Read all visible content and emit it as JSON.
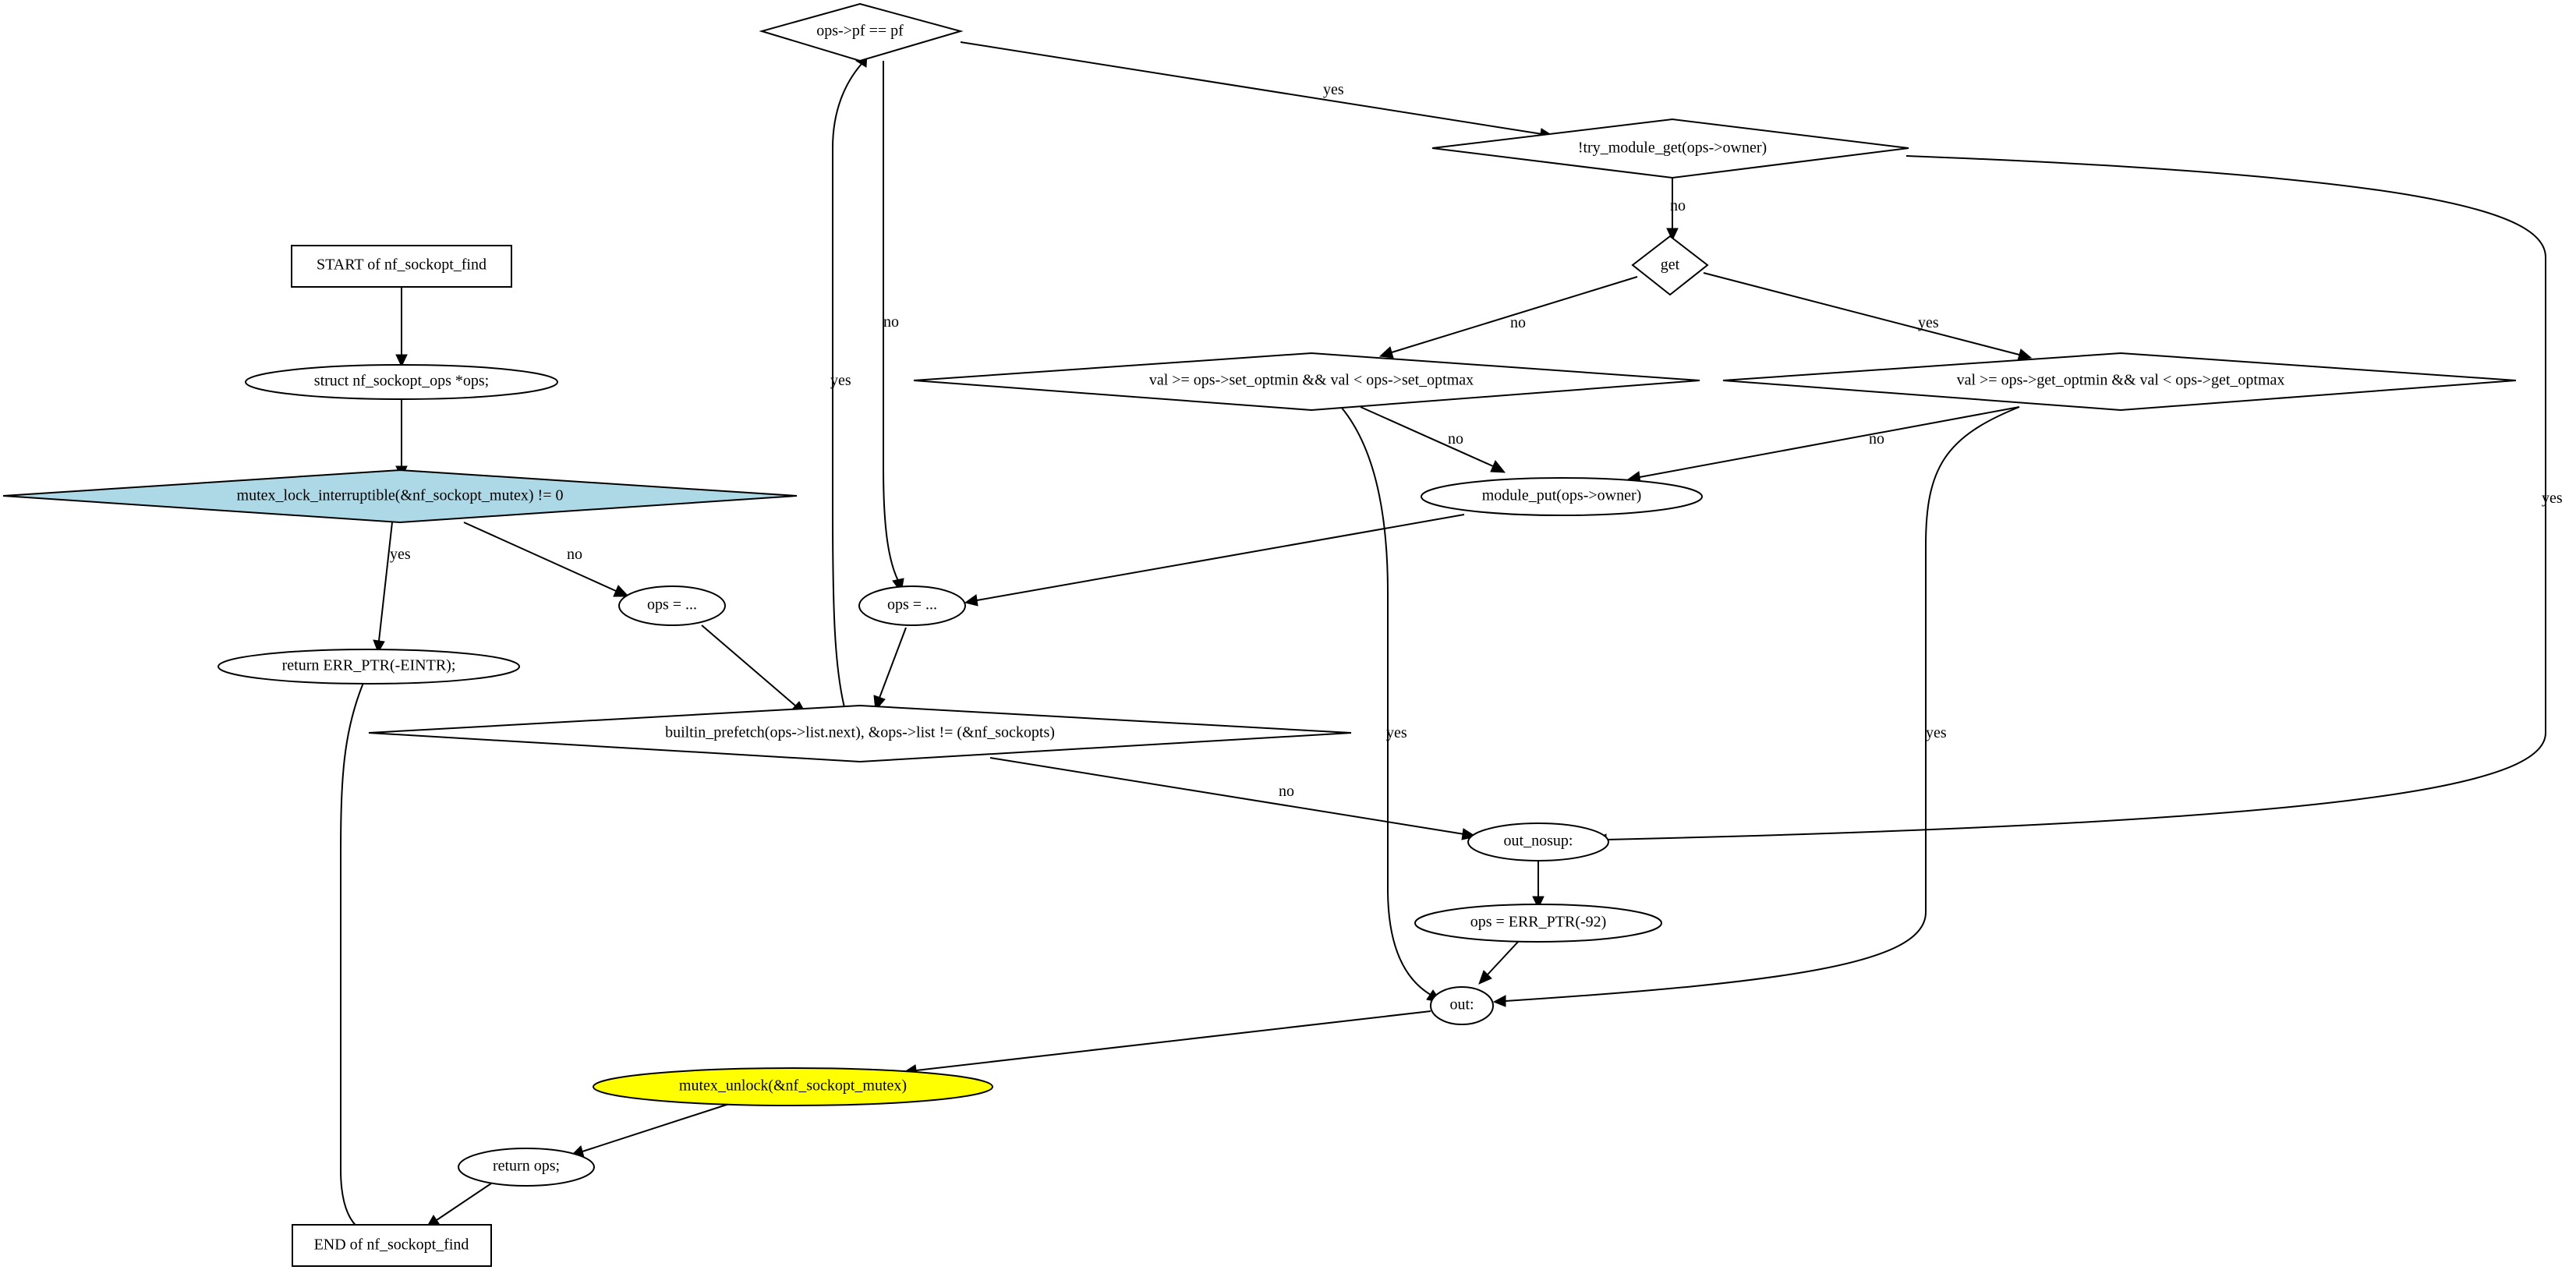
{
  "colors": {
    "start_fill": "#ffffff",
    "highlight_decision": "#add8e6",
    "highlight_unlock": "#ffff00",
    "stroke": "#000000"
  },
  "nodes": {
    "start": "START of nf_sockopt_find",
    "decl": "struct nf_sockopt_ops *ops;",
    "lock_check": "mutex_lock_interruptible(&nf_sockopt_mutex) != 0",
    "ret_eintr": "return ERR_PTR(-EINTR);",
    "ops_assign1": "ops = ...",
    "loop_cond": "builtin_prefetch(ops->list.next), &ops->list != (&nf_sockopts)",
    "pf_check": "ops->pf == pf",
    "ops_assign2": "ops = ...",
    "try_get": "!try_module_get(ops->owner)",
    "get_check": "get",
    "set_range": "val >= ops->set_optmin && val < ops->set_optmax",
    "get_range": "val >= ops->get_optmin && val < ops->get_optmax",
    "module_put": "module_put(ops->owner)",
    "out_nosup": "out_nosup:",
    "err_92": "ops = ERR_PTR(-92)",
    "out": "out:",
    "unlock": "mutex_unlock(&nf_sockopt_mutex)",
    "ret_ops": "return ops;",
    "end": "END of nf_sockopt_find"
  },
  "edge_labels": {
    "lock_yes": "yes",
    "lock_no": "no",
    "loop_yes": "yes",
    "loop_no": "no",
    "pf_yes": "yes",
    "pf_no": "no",
    "try_no": "no",
    "try_yes": "yes",
    "get_no": "no",
    "get_yes": "yes",
    "set_no": "no",
    "set_yes": "yes",
    "getr_no": "no",
    "getr_yes": "yes"
  }
}
